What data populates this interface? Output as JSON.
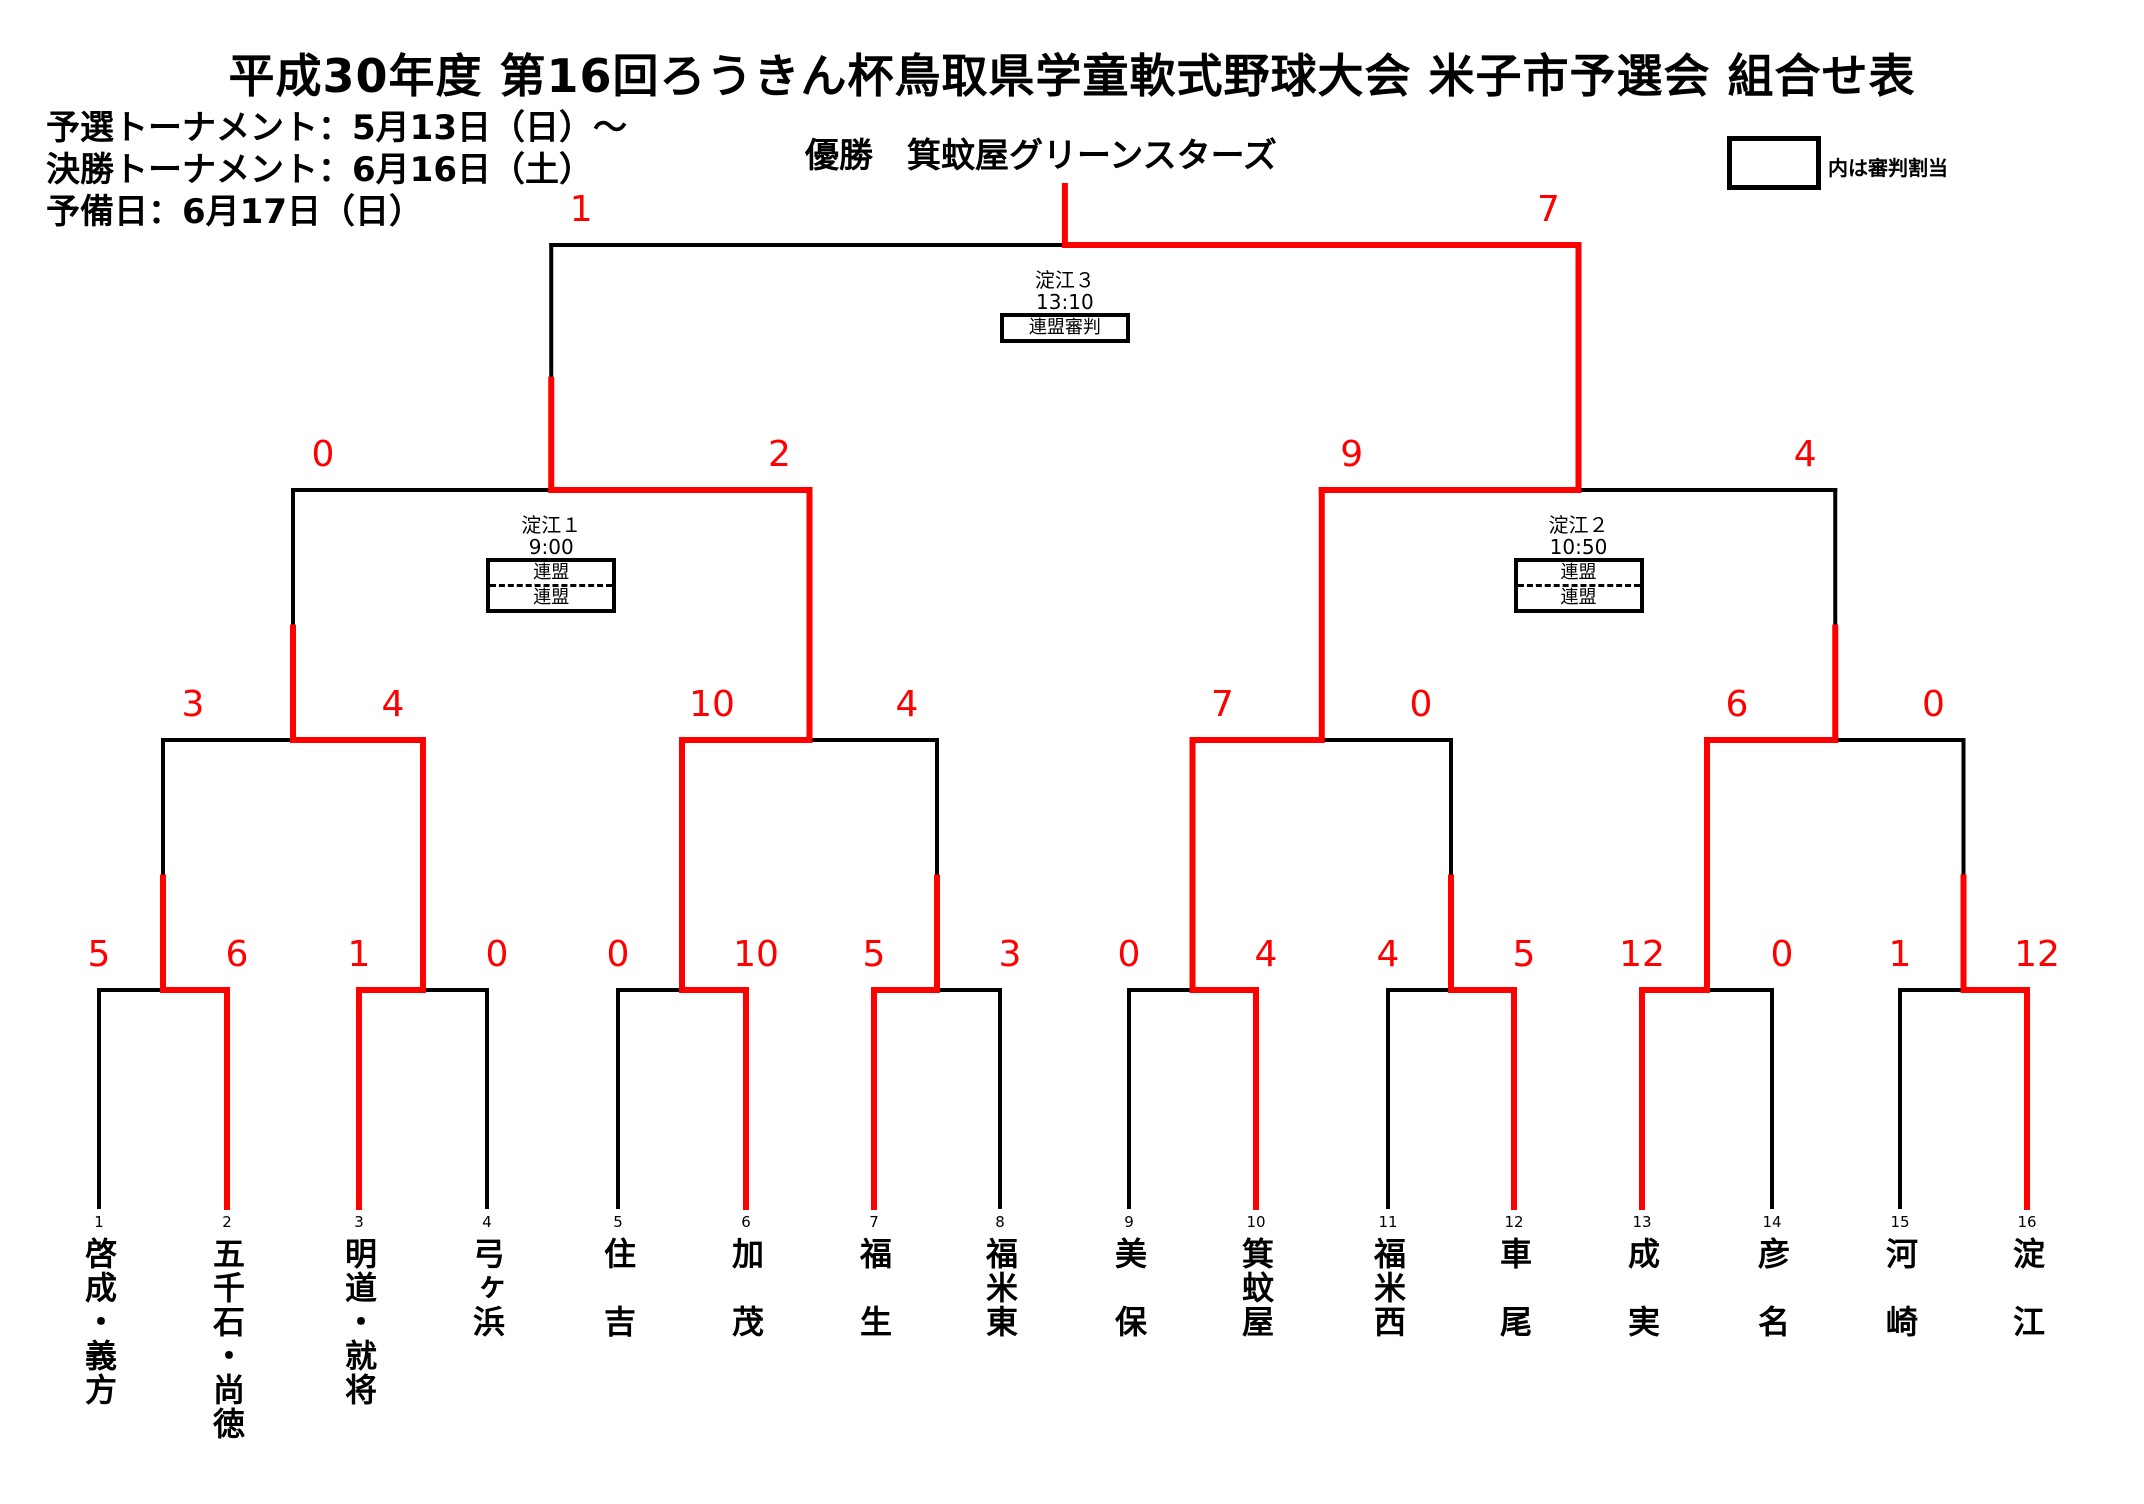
{
  "header": {
    "title": "平成30年度 第16回ろうきん杯鳥取県学童軟式野球大会 米子市予選会 組合せ表",
    "schedule": [
      "予選トーナメント：5月13日（日）～",
      "決勝トーナメント：6月16日（土）",
      "予備日：6月17日（日）"
    ],
    "champion_label": "優勝　箕蚊屋グリーンスターズ",
    "legend_text": "内は審判割当"
  },
  "colors": {
    "winner": "#ff0000",
    "line": "#000000",
    "score": "#ff0000"
  },
  "teams": [
    {
      "no": "1",
      "name": "啓成・義方"
    },
    {
      "no": "2",
      "name": "五千石・尚徳"
    },
    {
      "no": "3",
      "name": "明道・就将"
    },
    {
      "no": "4",
      "name": "弓ヶ浜"
    },
    {
      "no": "5",
      "name": "住　吉"
    },
    {
      "no": "6",
      "name": "加　茂"
    },
    {
      "no": "7",
      "name": "福　生"
    },
    {
      "no": "8",
      "name": "福米東"
    },
    {
      "no": "9",
      "name": "美　保"
    },
    {
      "no": "10",
      "name": "箕蚊屋"
    },
    {
      "no": "11",
      "name": "福米西"
    },
    {
      "no": "12",
      "name": "車　尾"
    },
    {
      "no": "13",
      "name": "成　実"
    },
    {
      "no": "14",
      "name": "彦　名"
    },
    {
      "no": "15",
      "name": "河　崎"
    },
    {
      "no": "16",
      "name": "淀　江"
    }
  ],
  "rounds": [
    [
      {
        "scores": [
          "5",
          "6"
        ],
        "winner": 1
      },
      {
        "scores": [
          "1",
          "0"
        ],
        "winner": 0
      },
      {
        "scores": [
          "0",
          "10"
        ],
        "winner": 1
      },
      {
        "scores": [
          "5",
          "3"
        ],
        "winner": 0
      },
      {
        "scores": [
          "0",
          "4"
        ],
        "winner": 1
      },
      {
        "scores": [
          "4",
          "5"
        ],
        "winner": 1
      },
      {
        "scores": [
          "12",
          "0"
        ],
        "winner": 0
      },
      {
        "scores": [
          "1",
          "12"
        ],
        "winner": 1
      }
    ],
    [
      {
        "scores": [
          "3",
          "4"
        ],
        "winner": 1
      },
      {
        "scores": [
          "10",
          "4"
        ],
        "winner": 0
      },
      {
        "scores": [
          "7",
          "0"
        ],
        "winner": 0
      },
      {
        "scores": [
          "6",
          "0"
        ],
        "winner": 0
      }
    ],
    [
      {
        "scores": [
          "0",
          "2"
        ],
        "winner": 1,
        "venue": "淀江１",
        "time": "9:00",
        "referees": [
          "連盟",
          "連盟"
        ]
      },
      {
        "scores": [
          "9",
          "4"
        ],
        "winner": 0,
        "venue": "淀江２",
        "time": "10:50",
        "referees": [
          "連盟",
          "連盟"
        ]
      }
    ],
    [
      {
        "scores": [
          "1",
          "7"
        ],
        "winner": 1,
        "venue": "淀江３",
        "time": "13:10",
        "referees": [
          "連盟審判"
        ]
      }
    ]
  ]
}
